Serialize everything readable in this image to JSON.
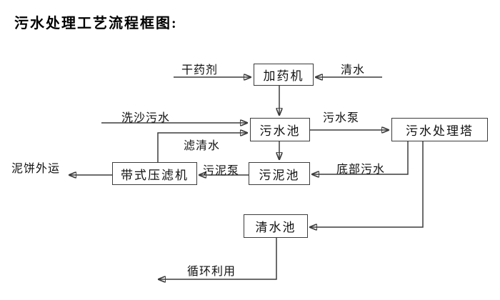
{
  "title": "污水处理工艺流程框图:",
  "nodes": {
    "dosing_machine": "加药机",
    "sewage_pool": "污水池",
    "treatment_tower": "污水处理塔",
    "sludge_pool": "污泥池",
    "belt_filter_press": "带式压滤机",
    "clean_water_pool": "清水池"
  },
  "edge_labels": {
    "dry_agent": "干药剂",
    "clean_water": "清水",
    "sand_washing_sewage": "洗沙污水",
    "sewage_pump": "污水泵",
    "filtered_water": "滤清水",
    "sludge_pump": "污泥泵",
    "bottom_sewage": "底部污水",
    "mud_cake_out": "泥饼外运",
    "recycle_use": "循环利用"
  },
  "colors": {
    "background": "#ffffff",
    "line": "#3c3c3c",
    "arrowhead": "#1c1c1c",
    "text": "#111111",
    "box_border": "#3c3c3c"
  }
}
